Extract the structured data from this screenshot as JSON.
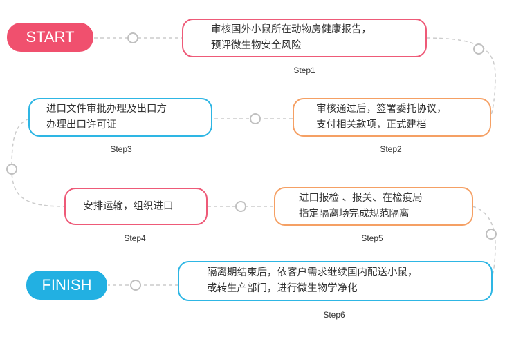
{
  "start_label": "START",
  "finish_label": "FINISH",
  "colors": {
    "start": "#f0506e",
    "finish": "#22b0e2",
    "pink_border": "#ee5a78",
    "orange_border": "#f5a064",
    "blue_border": "#2eb6e4",
    "connector": "#cccccc"
  },
  "steps": [
    {
      "label": "Step1",
      "lines": [
        "审核国外小鼠所在动物房健康报告，",
        "预评微生物安全风险"
      ]
    },
    {
      "label": "Step2",
      "lines": [
        "审核通过后，签署委托协议，",
        "支付相关款项，正式建档"
      ]
    },
    {
      "label": "Step3",
      "lines": [
        "进口文件审批办理及出口方",
        "办理出口许可证"
      ]
    },
    {
      "label": "Step4",
      "lines": [
        "安排运输，组织进口"
      ]
    },
    {
      "label": "Step5",
      "lines": [
        "进口报检 、报关、在检疫局",
        "指定隔离场完成规范隔离"
      ]
    },
    {
      "label": "Step6",
      "lines": [
        "隔离期结束后，依客户需求继续国内配送小鼠，",
        "或转生产部门，进行微生物学净化"
      ]
    }
  ]
}
